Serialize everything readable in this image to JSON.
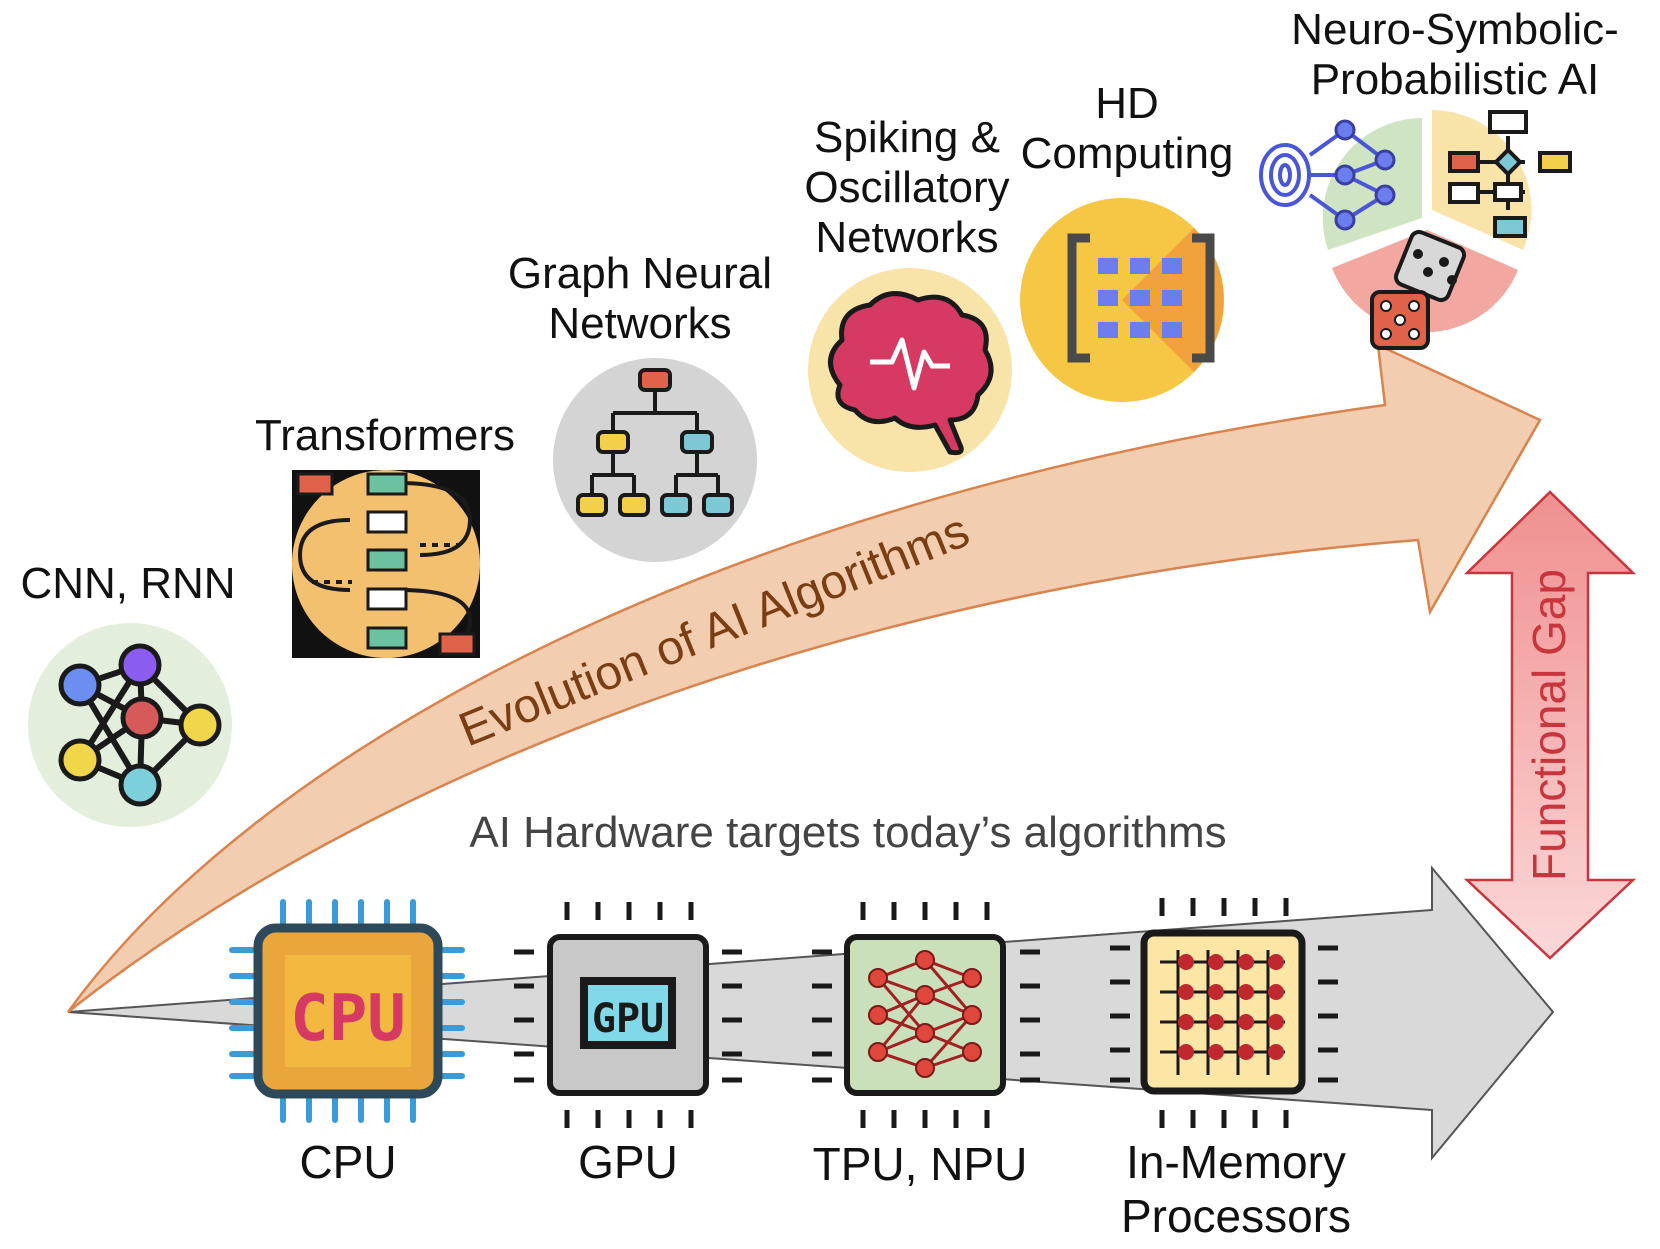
{
  "algorithms": {
    "arrow_label": "Evolution of AI Algorithms",
    "items": [
      {
        "id": "cnn",
        "lines": [
          "CNN, RNN"
        ],
        "icon": "neural-network-icon"
      },
      {
        "id": "transformers",
        "lines": [
          "Transformers"
        ],
        "icon": "transformer-flow-icon"
      },
      {
        "id": "gnn",
        "lines": [
          "Graph Neural",
          "Networks"
        ],
        "icon": "tree-graph-icon"
      },
      {
        "id": "spiking",
        "lines": [
          "Spiking &",
          "Oscillatory",
          "Networks"
        ],
        "icon": "brain-pulse-icon"
      },
      {
        "id": "hd",
        "lines": [
          "HD",
          "Computing"
        ],
        "icon": "vector-matrix-icon"
      },
      {
        "id": "nsp",
        "lines": [
          "Neuro-Symbolic-",
          "Probabilistic AI"
        ],
        "icon": "neuro-symbolic-pie-icon"
      }
    ]
  },
  "hardware": {
    "arrow_label": "AI Hardware targets today’s algorithms",
    "items": [
      {
        "id": "cpu",
        "lines": [
          "CPU"
        ],
        "chip_text": "CPU",
        "icon": "cpu-chip-icon"
      },
      {
        "id": "gpu",
        "lines": [
          "GPU"
        ],
        "chip_text": "GPU",
        "icon": "gpu-chip-icon"
      },
      {
        "id": "tpu",
        "lines": [
          "TPU, NPU"
        ],
        "icon": "tpu-chip-icon"
      },
      {
        "id": "imc",
        "lines": [
          "In-Memory",
          "Processors"
        ],
        "icon": "in-memory-chip-icon"
      }
    ]
  },
  "gap": {
    "label": "Functional Gap",
    "icon": "double-arrow-icon"
  },
  "colors": {
    "algo_arrow_fill": "#f3cdb0",
    "algo_arrow_stroke": "#d9834e",
    "algo_arrow_text": "#7a3e12",
    "hw_arrow_fill": "#d9d9d9",
    "hw_arrow_stroke": "#555555",
    "hw_arrow_text": "#444444",
    "gap_fill": "#f4aaaa",
    "gap_stroke": "#c8353d",
    "gap_text": "#c8353d"
  }
}
